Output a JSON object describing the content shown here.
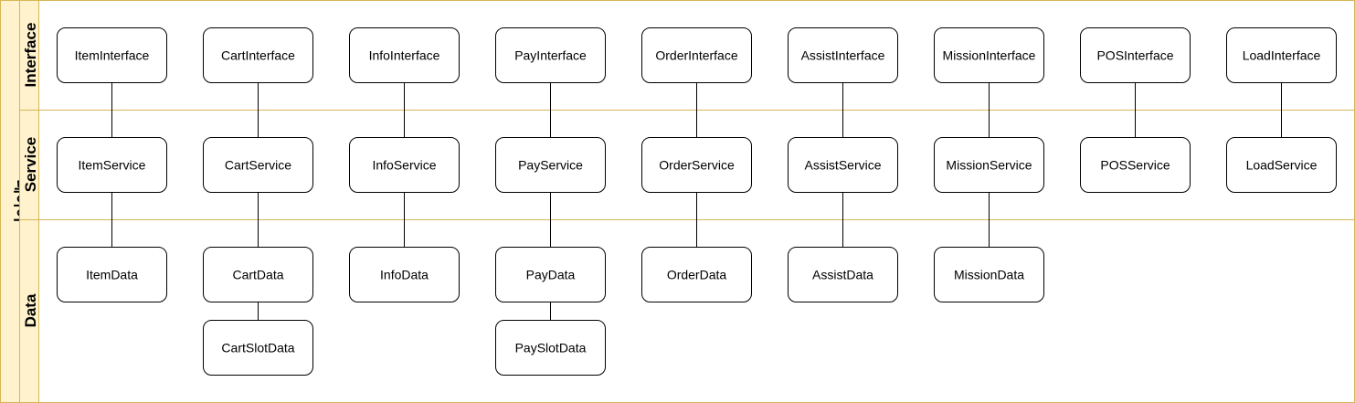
{
  "pool": {
    "title": "레이어"
  },
  "lanes": [
    {
      "id": "interface",
      "label": "Interface"
    },
    {
      "id": "service",
      "label": "Service"
    },
    {
      "id": "data",
      "label": "Data"
    }
  ],
  "nodes": [
    {
      "id": "item-interface",
      "label": "ItemInterface",
      "lane": "interface",
      "col": 0,
      "row": 0
    },
    {
      "id": "cart-interface",
      "label": "CartInterface",
      "lane": "interface",
      "col": 1,
      "row": 0
    },
    {
      "id": "info-interface",
      "label": "InfoInterface",
      "lane": "interface",
      "col": 2,
      "row": 0
    },
    {
      "id": "pay-interface",
      "label": "PayInterface",
      "lane": "interface",
      "col": 3,
      "row": 0
    },
    {
      "id": "order-interface",
      "label": "OrderInterface",
      "lane": "interface",
      "col": 4,
      "row": 0
    },
    {
      "id": "assist-interface",
      "label": "AssistInterface",
      "lane": "interface",
      "col": 5,
      "row": 0
    },
    {
      "id": "mission-interface",
      "label": "MissionInterface",
      "lane": "interface",
      "col": 6,
      "row": 0
    },
    {
      "id": "pos-interface",
      "label": "POSInterface",
      "lane": "interface",
      "col": 7,
      "row": 0
    },
    {
      "id": "load-interface",
      "label": "LoadInterface",
      "lane": "interface",
      "col": 8,
      "row": 0
    },
    {
      "id": "item-service",
      "label": "ItemService",
      "lane": "service",
      "col": 0,
      "row": 0
    },
    {
      "id": "cart-service",
      "label": "CartService",
      "lane": "service",
      "col": 1,
      "row": 0
    },
    {
      "id": "info-service",
      "label": "InfoService",
      "lane": "service",
      "col": 2,
      "row": 0
    },
    {
      "id": "pay-service",
      "label": "PayService",
      "lane": "service",
      "col": 3,
      "row": 0
    },
    {
      "id": "order-service",
      "label": "OrderService",
      "lane": "service",
      "col": 4,
      "row": 0
    },
    {
      "id": "assist-service",
      "label": "AssistService",
      "lane": "service",
      "col": 5,
      "row": 0
    },
    {
      "id": "mission-service",
      "label": "MissionService",
      "lane": "service",
      "col": 6,
      "row": 0
    },
    {
      "id": "pos-service",
      "label": "POSService",
      "lane": "service",
      "col": 7,
      "row": 0
    },
    {
      "id": "load-service",
      "label": "LoadService",
      "lane": "service",
      "col": 8,
      "row": 0
    },
    {
      "id": "item-data",
      "label": "ItemData",
      "lane": "data",
      "col": 0,
      "row": 0
    },
    {
      "id": "cart-data",
      "label": "CartData",
      "lane": "data",
      "col": 1,
      "row": 0
    },
    {
      "id": "cart-slot-data",
      "label": "CartSlotData",
      "lane": "data",
      "col": 1,
      "row": 1
    },
    {
      "id": "info-data",
      "label": "InfoData",
      "lane": "data",
      "col": 2,
      "row": 0
    },
    {
      "id": "pay-data",
      "label": "PayData",
      "lane": "data",
      "col": 3,
      "row": 0
    },
    {
      "id": "pay-slot-data",
      "label": "PaySlotData",
      "lane": "data",
      "col": 3,
      "row": 1
    },
    {
      "id": "order-data",
      "label": "OrderData",
      "lane": "data",
      "col": 4,
      "row": 0
    },
    {
      "id": "assist-data",
      "label": "AssistData",
      "lane": "data",
      "col": 5,
      "row": 0
    },
    {
      "id": "mission-data",
      "label": "MissionData",
      "lane": "data",
      "col": 6,
      "row": 0
    }
  ],
  "edges": [
    {
      "from": "item-interface",
      "to": "item-service"
    },
    {
      "from": "cart-interface",
      "to": "cart-service"
    },
    {
      "from": "info-interface",
      "to": "info-service"
    },
    {
      "from": "pay-interface",
      "to": "pay-service"
    },
    {
      "from": "order-interface",
      "to": "order-service"
    },
    {
      "from": "assist-interface",
      "to": "assist-service"
    },
    {
      "from": "mission-interface",
      "to": "mission-service"
    },
    {
      "from": "pos-interface",
      "to": "pos-service"
    },
    {
      "from": "load-interface",
      "to": "load-service"
    },
    {
      "from": "item-service",
      "to": "item-data"
    },
    {
      "from": "cart-service",
      "to": "cart-data"
    },
    {
      "from": "info-service",
      "to": "info-data"
    },
    {
      "from": "pay-service",
      "to": "pay-data"
    },
    {
      "from": "order-service",
      "to": "order-data"
    },
    {
      "from": "assist-service",
      "to": "assist-data"
    },
    {
      "from": "mission-service",
      "to": "mission-data"
    },
    {
      "from": "cart-data",
      "to": "cart-slot-data"
    },
    {
      "from": "pay-data",
      "to": "pay-slot-data"
    }
  ]
}
